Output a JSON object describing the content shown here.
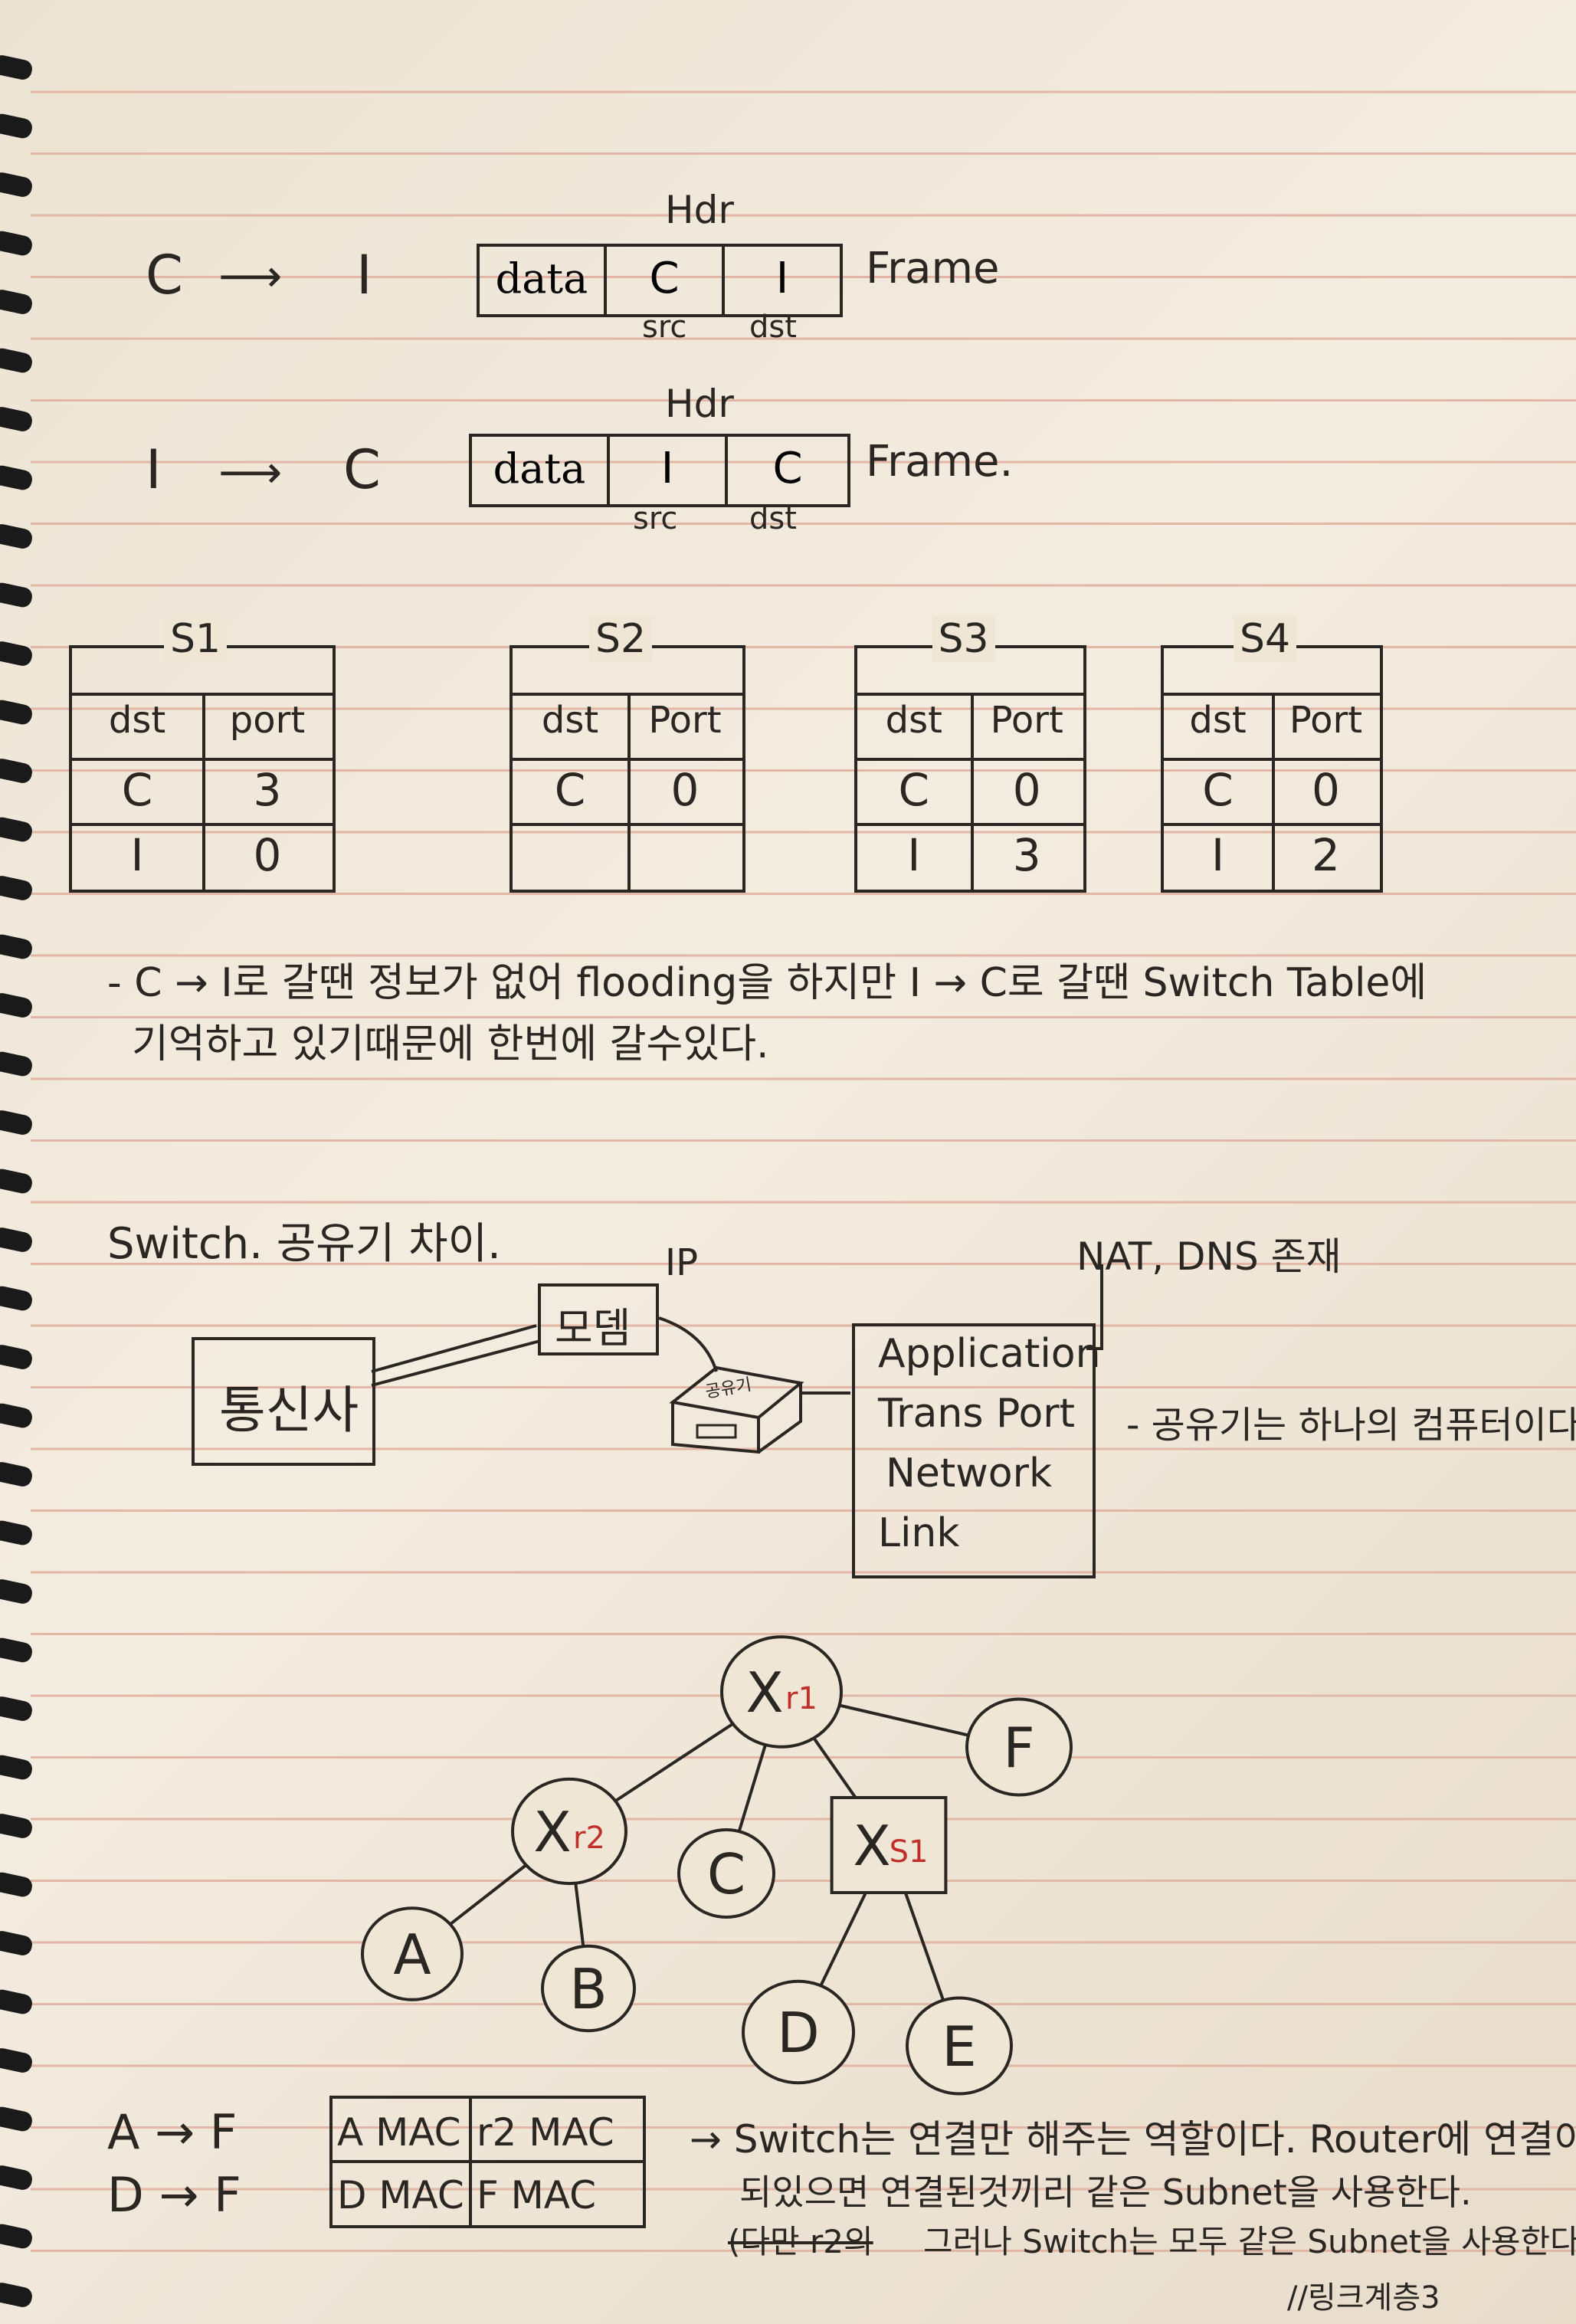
{
  "frames": [
    {
      "from": "C",
      "to": "I",
      "hdr": "Hdr",
      "cells": [
        "data",
        "C",
        "I"
      ],
      "label": "Frame",
      "src": "src",
      "dst": "dst"
    },
    {
      "from": "I",
      "to": "C",
      "hdr": "Hdr",
      "cells": [
        "data",
        "I",
        "C"
      ],
      "label": "Frame.",
      "src": "src",
      "dst": "dst"
    }
  ],
  "switch_tables": [
    {
      "name": "S1",
      "col1": "dst",
      "col2": "port",
      "rows": [
        [
          "C",
          "3"
        ],
        [
          "I",
          "0"
        ]
      ]
    },
    {
      "name": "S2",
      "col1": "dst",
      "col2": "Port",
      "rows": [
        [
          "C",
          "0"
        ],
        [
          "",
          ""
        ]
      ]
    },
    {
      "name": "S3",
      "col1": "dst",
      "col2": "Port",
      "rows": [
        [
          "C",
          "0"
        ],
        [
          "I",
          "3"
        ]
      ]
    },
    {
      "name": "S4",
      "col1": "dst",
      "col2": "Port",
      "rows": [
        [
          "C",
          "0"
        ],
        [
          "I",
          "2"
        ]
      ]
    }
  ],
  "note1": {
    "line1": "- C → I로 갈땐 정보가 없어 flooding을 하지만 I → C로 갈땐 Switch Table에",
    "line2": "기억하고 있기때문에 한번에 갈수있다."
  },
  "section2": {
    "title": "Switch. 공유기 차이.",
    "isp": "통신사",
    "modem": "모뎀",
    "ip": "IP",
    "router": "공유기",
    "nat": "NAT, DNS 존재",
    "layers": [
      "Application",
      "Trans Port",
      "Network",
      "Link"
    ],
    "note": "- 공유기는 하나의 컴퓨터이다."
  },
  "tree": {
    "nodes": [
      {
        "id": "xr1",
        "label": "X",
        "sub": "r1",
        "shape": "circle"
      },
      {
        "id": "f",
        "label": "F",
        "sub": "",
        "shape": "circle"
      },
      {
        "id": "xr2",
        "label": "X",
        "sub": "r2",
        "shape": "circle"
      },
      {
        "id": "c",
        "label": "C",
        "sub": "",
        "shape": "circle"
      },
      {
        "id": "xs1",
        "label": "X",
        "sub": "S1",
        "shape": "square"
      },
      {
        "id": "a",
        "label": "A",
        "sub": "",
        "shape": "circle"
      },
      {
        "id": "b",
        "label": "B",
        "sub": "",
        "shape": "circle"
      },
      {
        "id": "d",
        "label": "D",
        "sub": "",
        "shape": "circle"
      },
      {
        "id": "e",
        "label": "E",
        "sub": "",
        "shape": "circle"
      }
    ],
    "edges": [
      [
        "xr1",
        "xr2"
      ],
      [
        "xr1",
        "c"
      ],
      [
        "xr1",
        "xs1"
      ],
      [
        "xr1",
        "f"
      ],
      [
        "xr2",
        "a"
      ],
      [
        "xr2",
        "b"
      ],
      [
        "xs1",
        "d"
      ],
      [
        "xs1",
        "e"
      ]
    ]
  },
  "mac_table": {
    "rows": [
      {
        "path": "A → F",
        "c1": "A MAC",
        "c2": "r2 MAC"
      },
      {
        "path": "D → F",
        "c1": "D MAC",
        "c2": "F MAC"
      }
    ]
  },
  "note2": {
    "line1": "→ Switch는 연결만 해주는 역할이다. Router에 연결이",
    "line2": "되있으면 연결된것끼리 같은 Subnet을 사용한다.",
    "line3_struck": "(다만 r2의",
    "line3": "그러나 Switch는 모두 같은 Subnet을 사용한다",
    "signature": "//링크계층3"
  },
  "colors": {
    "ink": "#2a2622",
    "red": "#c0302a",
    "rule": "#e2b7a6",
    "paper": "#efe6d6"
  }
}
